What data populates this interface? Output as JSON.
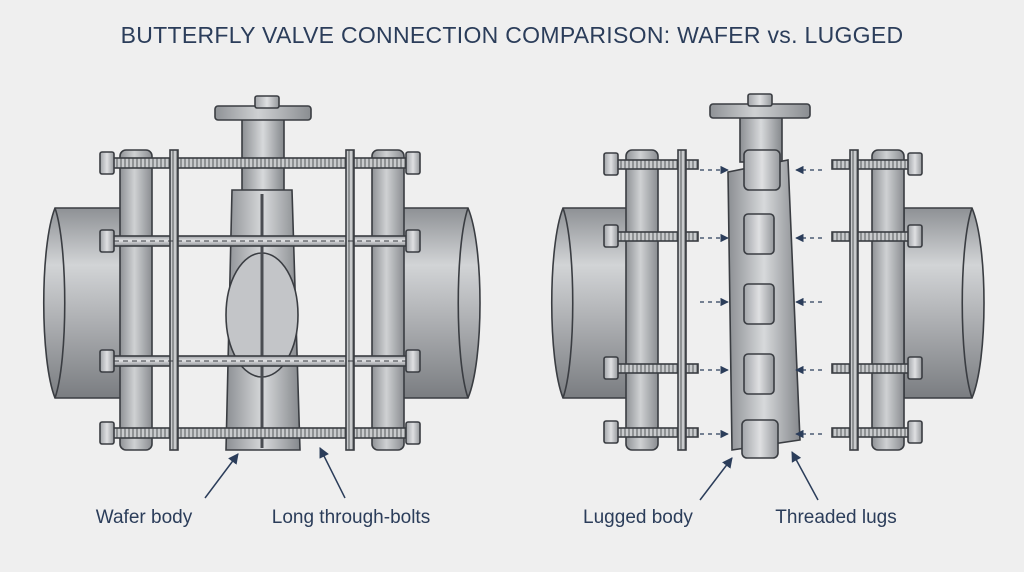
{
  "title": "BUTTERFLY VALVE CONNECTION COMPARISON: WAFER vs. LUGGED",
  "labels": {
    "wafer_body": "Wafer body",
    "through_bolts": "Long through-bolts",
    "lugged_body": "Lugged body",
    "threaded_lugs": "Threaded lugs"
  },
  "colors": {
    "text": "#2b3d5a",
    "metal": "#b4b6b9",
    "outline": "#3a3d42"
  }
}
